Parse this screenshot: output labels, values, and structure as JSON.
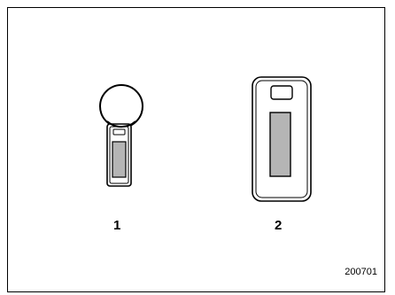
{
  "figure": {
    "callouts": [
      "1",
      "2"
    ],
    "figure_id": "200701",
    "colors": {
      "outline": "#000000",
      "insert_fill": "#b5b5b5",
      "background": "#ffffff"
    },
    "items": [
      {
        "callout": "1",
        "icon": "key-ring-fob-icon"
      },
      {
        "callout": "2",
        "icon": "card-key-icon"
      }
    ]
  }
}
